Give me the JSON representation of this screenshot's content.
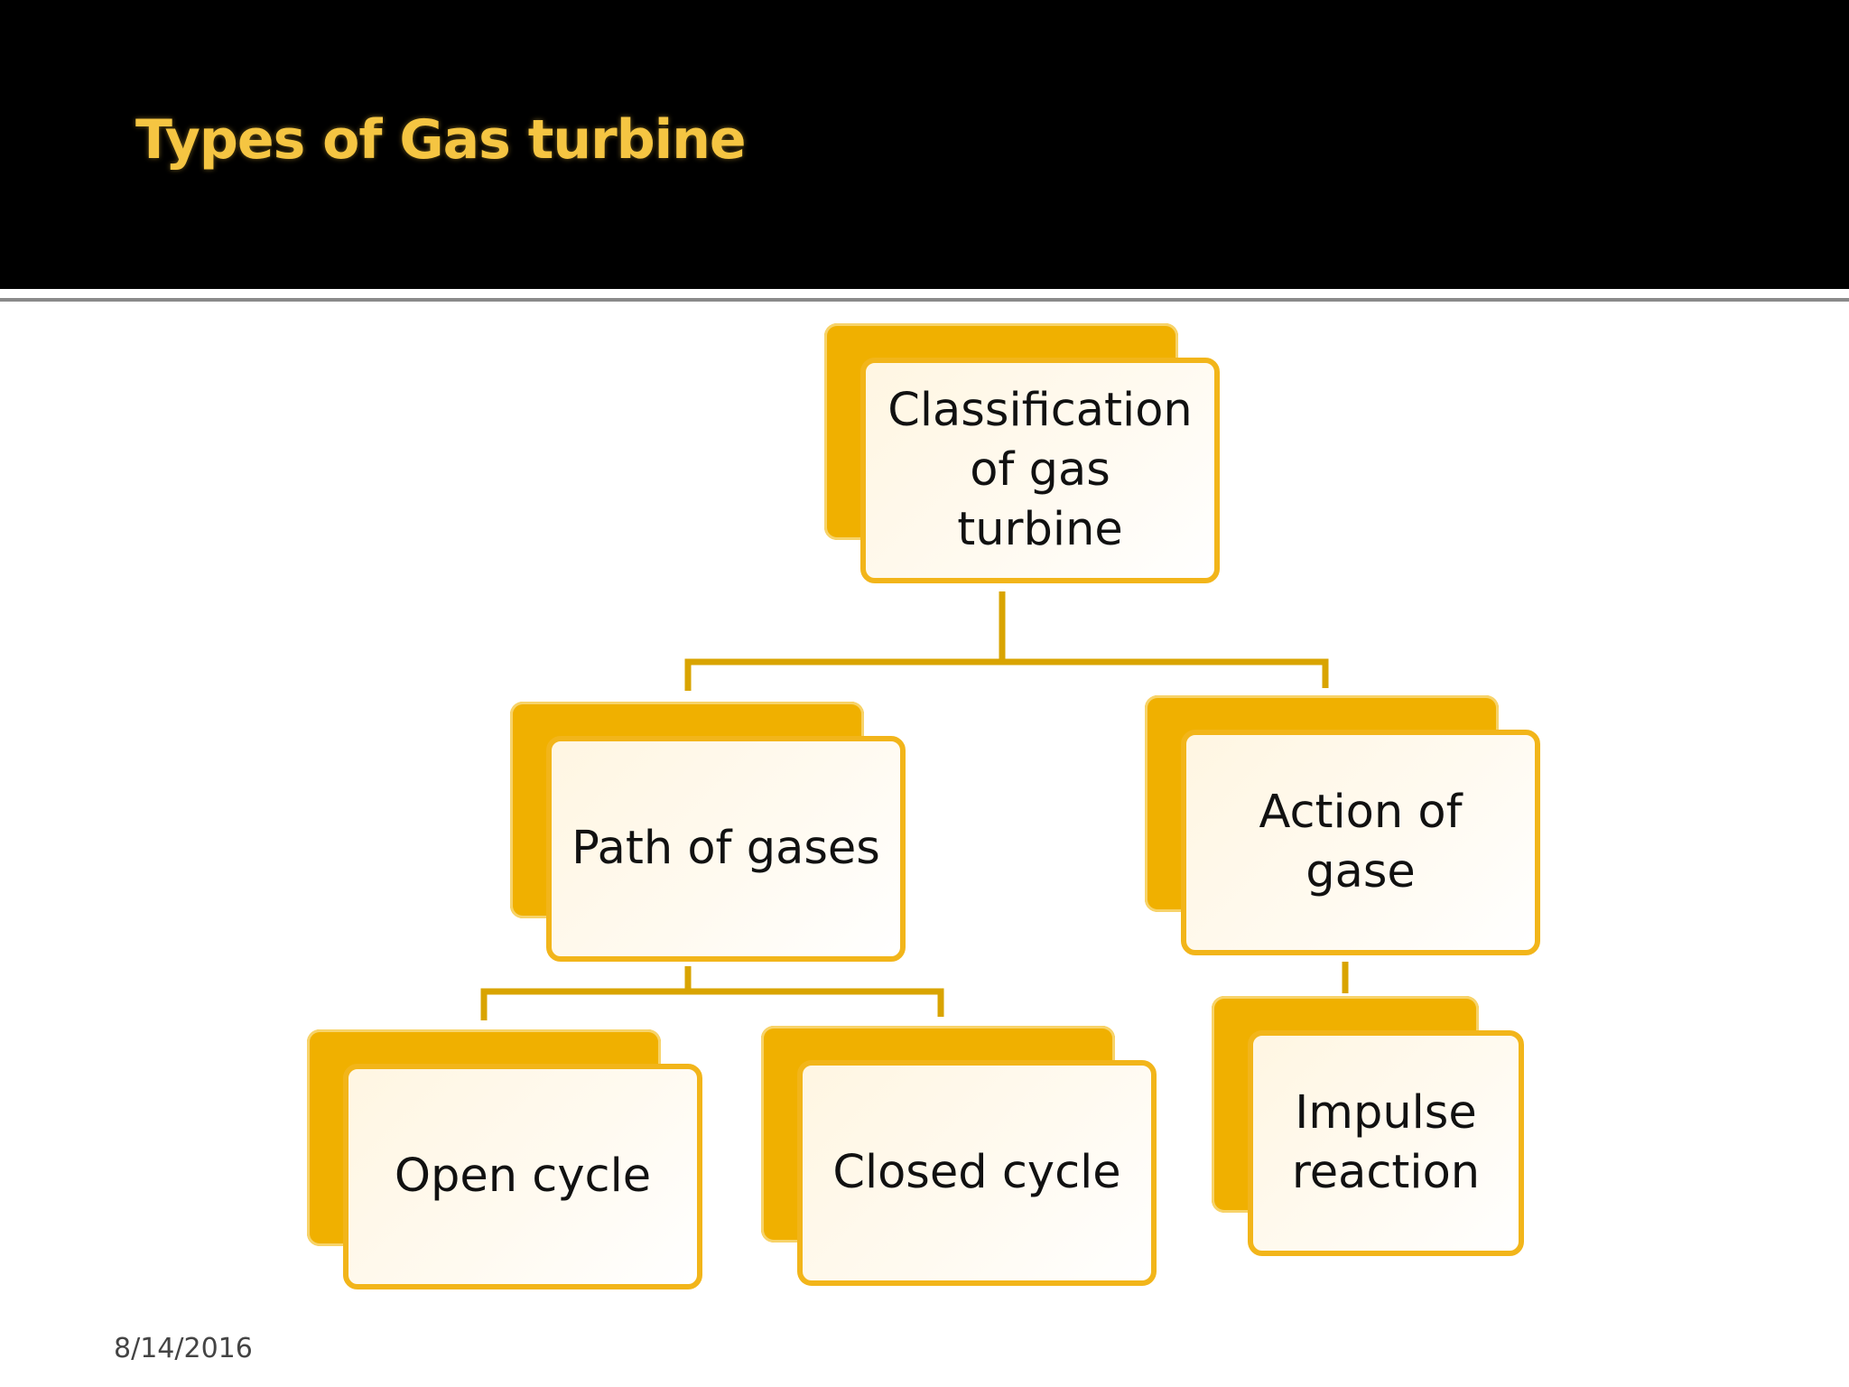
{
  "slide": {
    "title": "Types of Gas turbine",
    "date": "8/14/2016"
  },
  "diagram": {
    "root": "Classification of gas turbine",
    "level2": {
      "path": "Path of gases",
      "action": "Action of gase"
    },
    "level3": {
      "open": "Open cycle",
      "closed": "Closed cycle",
      "impulse": "Impulse reaction"
    }
  },
  "colors": {
    "header_bg": "#000000",
    "title": "#f5c542",
    "box_fill": "#f0b000",
    "box_border": "#f2b51a",
    "connector": "#d9a400"
  }
}
